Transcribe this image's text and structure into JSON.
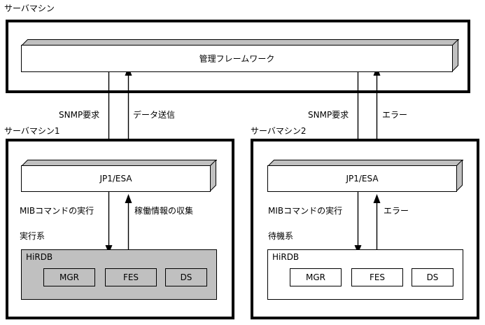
{
  "diagram": {
    "colors": {
      "gray_fill": "#c0c0c0",
      "white_fill": "#ffffff",
      "line": "#000000"
    },
    "top_machine": {
      "caption": "サーバマシン",
      "component": "管理フレームワーク"
    },
    "flows_top": [
      {
        "label": "SNMP要求",
        "direction": "down"
      },
      {
        "label": "データ送信",
        "direction": "up"
      },
      {
        "label": "SNMP要求",
        "direction": "down"
      },
      {
        "label": "エラー",
        "direction": "up"
      }
    ],
    "machines": [
      {
        "caption": "サーバマシン1",
        "agent": "JP1/ESA",
        "flow_down": "MIBコマンドの実行",
        "flow_up": "稼働情報の収集",
        "system_label": "実行系",
        "db_name": "HiRDB",
        "db_fill": "#c0c0c0",
        "processes": [
          "MGR",
          "FES",
          "DS"
        ]
      },
      {
        "caption": "サーバマシン2",
        "agent": "JP1/ESA",
        "flow_down": "MIBコマンドの実行",
        "flow_up": "エラー",
        "system_label": "待機系",
        "db_name": "HiRDB",
        "db_fill": "#ffffff",
        "processes": [
          "MGR",
          "FES",
          "DS"
        ]
      }
    ]
  }
}
